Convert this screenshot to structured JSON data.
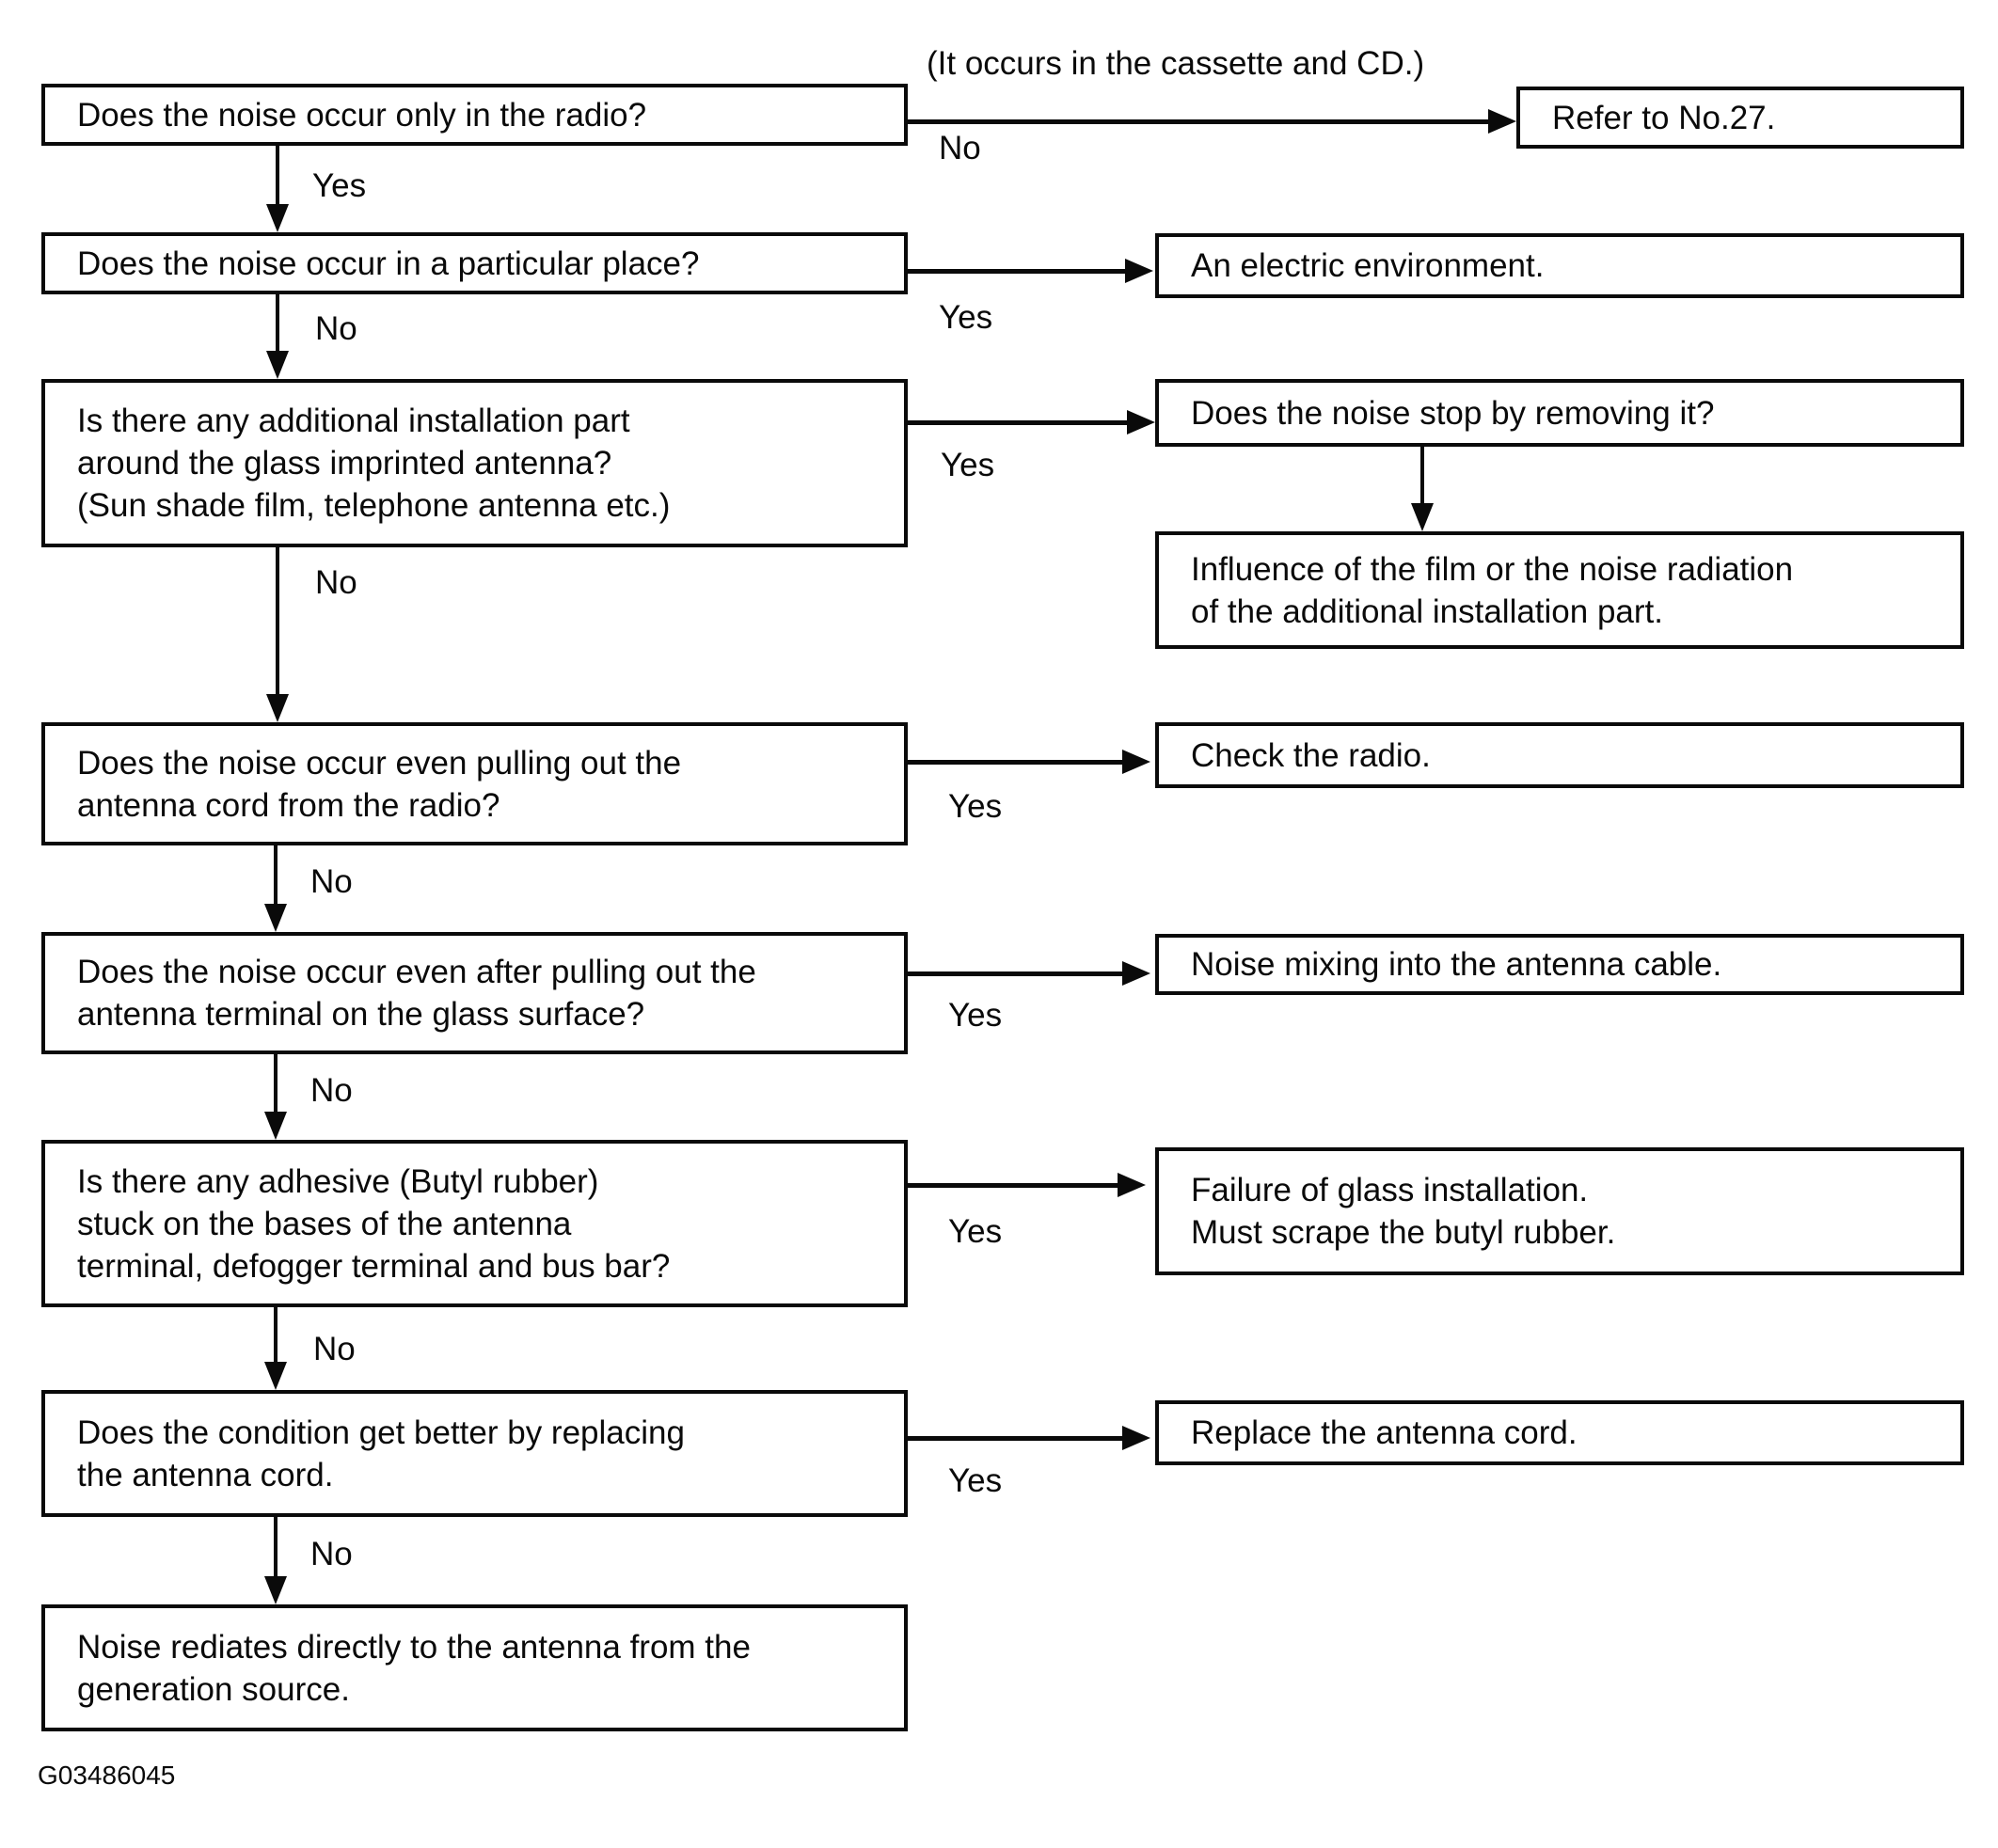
{
  "diagram": {
    "figure_code": "G03486045",
    "annotation_no_branch": "(It occurs in the cassette and CD.)",
    "edge_labels": {
      "yes": "Yes",
      "no": "No"
    },
    "questions": {
      "q1": "Does the noise occur only in the radio?",
      "q2": "Does the noise occur in a particular place?",
      "q3": "Is there any additional installation part\naround the glass imprinted antenna?\n(Sun shade film, telephone antenna etc.)",
      "q4": "Does the noise occur even pulling out the\nantenna cord from the radio?",
      "q5": "Does the noise occur even after pulling out the\nantenna terminal on the glass surface?",
      "q6": "Is there any adhesive (Butyl rubber)\nstuck on the bases of the antenna\nterminal, defogger terminal and bus bar?",
      "q7": "Does the condition get better by replacing\nthe antenna cord.",
      "q8_terminal": "Noise rediates directly to the antenna from the\ngeneration source."
    },
    "results": {
      "r1": "Refer to No.27.",
      "r2": "An electric environment.",
      "r3": "Does the noise stop by removing it?",
      "r4": "Influence of the film or the noise radiation\nof the additional installation part.",
      "r5": "Check the radio.",
      "r6": "Noise mixing into the antenna cable.",
      "r7": "Failure of glass installation.\nMust scrape the butyl rubber.",
      "r8": "Replace the antenna cord."
    }
  }
}
